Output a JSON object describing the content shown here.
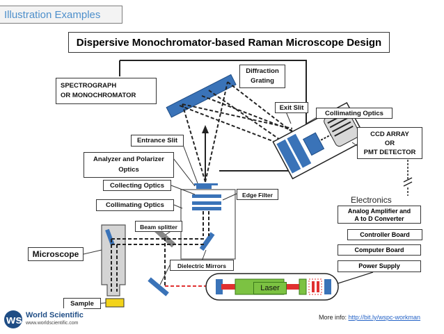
{
  "header": {
    "label": "Illustration Examples"
  },
  "title": "Dispersive Monochromator-based Raman Microscope Design",
  "labels": {
    "diffraction_grating": "Diffraction\nGrating",
    "spectrograph": "SPECTROGRAPH\nOR MONOCHROMATOR",
    "exit_slit": "Exit Slit",
    "collimating_optics_top": "Collimating Optics",
    "ccd_array": "CCD ARRAY\nOR\nPMT DETECTOR",
    "entrance_slit": "Entrance Slit",
    "analyzer_polarizer": "Analyzer and Polarizer\nOptics",
    "collecting_optics": "Collecting Optics",
    "edge_filter": "Edge Filter",
    "collimating_optics_mid": "Collimating Optics",
    "beam_splitter": "Beam splitter",
    "microscope": "Microscope",
    "dielectric_mirrors": "Dielectric Mirrors",
    "laser": "Laser",
    "sample": "Sample"
  },
  "electronics": {
    "title": "Electronics",
    "items": [
      "Analog Amplifier and\nA to D Converter",
      "Controller Board",
      "Computer Board",
      "Power Supply"
    ]
  },
  "footer": {
    "prefix": "More info: ",
    "link": "http://bit.ly/wspc-workman"
  },
  "logo": {
    "name": "World Scientific",
    "url": "www.worldscientific.com"
  },
  "colors": {
    "accent": "#4d8fcb",
    "optic_blue": "#3a73b8",
    "laser_green": "#7cc242",
    "laser_red": "#e03030"
  }
}
